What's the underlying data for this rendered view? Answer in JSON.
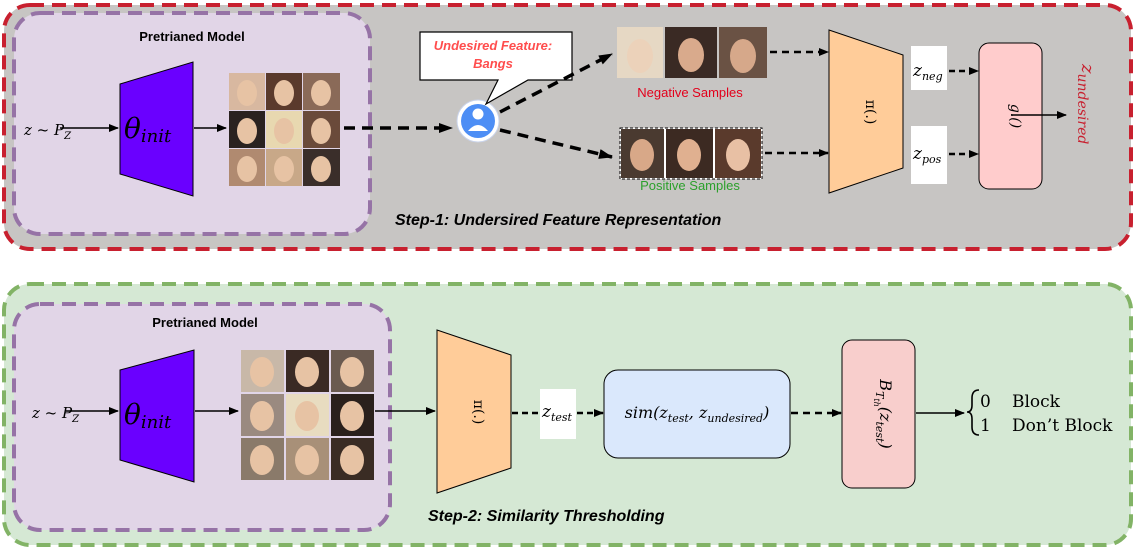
{
  "step1": {
    "panel_title": "Pretrianed Model",
    "input_label": "z ~ P",
    "input_sub": "Z",
    "theta": "θ",
    "theta_sub": "init",
    "callout_line1": "Undesired Feature:",
    "callout_line2": "Bangs",
    "negative_label": "Negative Samples",
    "positive_label": "Positive Samples",
    "encoder": "π(.)",
    "z_neg": "z",
    "z_neg_sub": "neg",
    "z_pos": "z",
    "z_pos_sub": "pos",
    "g_box": "g.()",
    "z_undesired": "z",
    "z_undesired_sub": "undesired",
    "step_caption": "Step-1: Undersired Feature Representation"
  },
  "step2": {
    "panel_title": "Pretrianed Model",
    "input_label": "z ~ P",
    "input_sub": "Z",
    "theta": "θ",
    "theta_sub": "init",
    "encoder": "π(.)",
    "z_test": "z",
    "z_test_sub": "test",
    "sim_text": "sim(z",
    "sim_sub1": "test",
    "sim_mid": ", z",
    "sim_sub2": "undesired",
    "sim_end": ")",
    "block_fn": "B",
    "block_sub": "T",
    "block_subsub": "th",
    "block_arg": "(z",
    "block_arg_sub": "test",
    "block_arg_end": ")",
    "out0_val": "0",
    "out0_label": "Block",
    "out1_val": "1",
    "out1_label": "Don’t Block",
    "step_caption": "Step-2: Similarity Thresholding"
  },
  "colors": {
    "step1_border": "#c8202f",
    "step1_fill": "#c7c5c3",
    "step2_border": "#82b366",
    "step2_fill": "#d5e8d4",
    "model_border": "#9673a6",
    "model_fill": "#e1d5e7",
    "theta_fill": "#6a00ff",
    "encoder_fill": "#ffcc99",
    "g_fill": "#ffcccc",
    "sim_fill": "#dae8fc",
    "negative_text": "#e3001b",
    "positive_text": "#2ca02c",
    "callout_text": "#ff4d4d"
  }
}
